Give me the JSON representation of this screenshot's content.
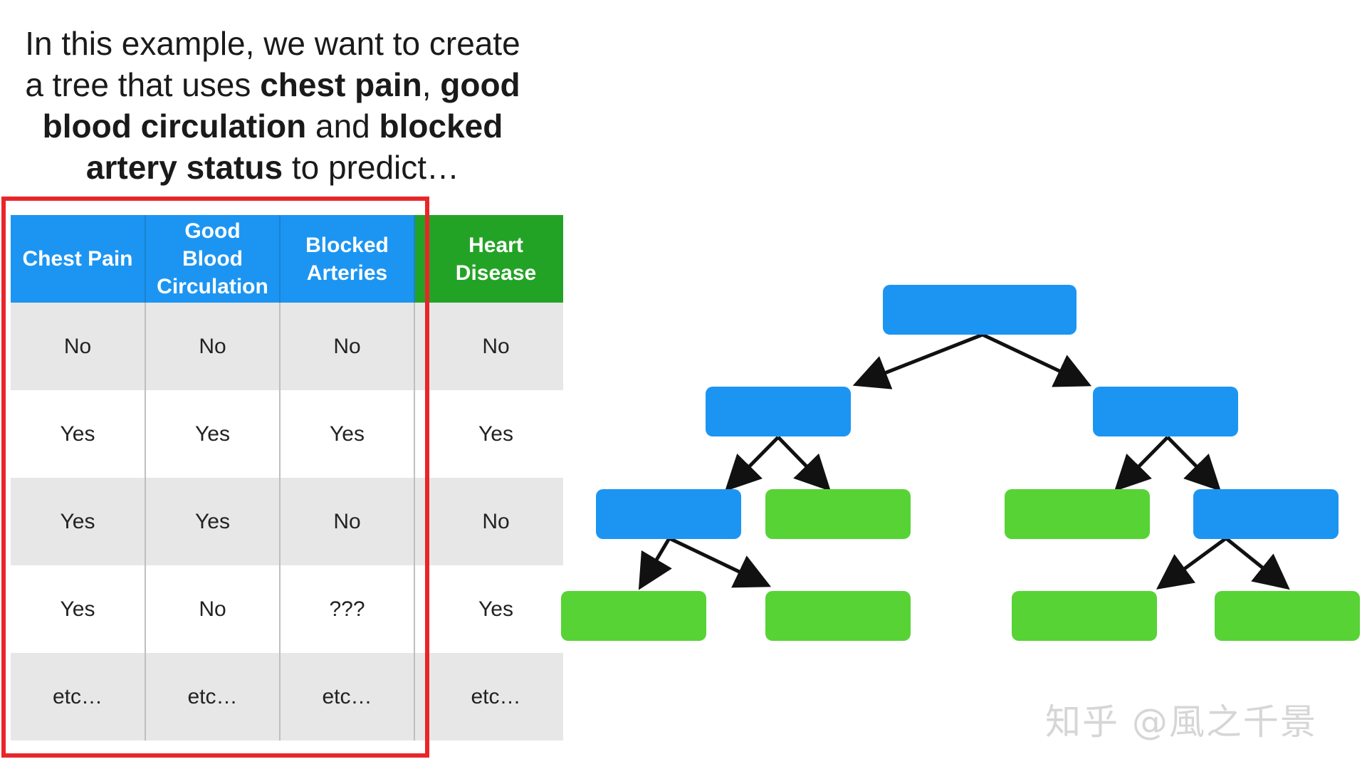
{
  "intro": {
    "line1": "In this example, we want to create",
    "line2_pre": "a tree that uses ",
    "line2_bold1": "chest pain",
    "line2_mid": ", ",
    "line2_bold2": "good",
    "line3_bold1": "blood circulation",
    "line3_mid": " and ",
    "line3_bold2": "blocked",
    "line4_bold": "artery status",
    "line4_post": " to predict…"
  },
  "table": {
    "headers": [
      "Chest Pain",
      "Good Blood Circulation",
      "Blocked Arteries",
      "Heart Disease"
    ],
    "header_lines": [
      [
        "Chest Pain"
      ],
      [
        "Good",
        "Blood",
        "Circulation"
      ],
      [
        "Blocked",
        "Arteries"
      ],
      [
        "Heart",
        "Disease"
      ]
    ],
    "rows": [
      [
        "No",
        "No",
        "No",
        "No"
      ],
      [
        "Yes",
        "Yes",
        "Yes",
        "Yes"
      ],
      [
        "Yes",
        "Yes",
        "No",
        "No"
      ],
      [
        "Yes",
        "No",
        "???",
        "Yes"
      ],
      [
        "etc…",
        "etc…",
        "etc…",
        "etc…"
      ]
    ]
  },
  "colors": {
    "feature_header": "#1c95f2",
    "target_header": "#23a326",
    "highlight": "#e8262a",
    "decision_node": "#1c95f2",
    "leaf_node": "#57d336"
  },
  "watermark": "知乎 @風之千景"
}
